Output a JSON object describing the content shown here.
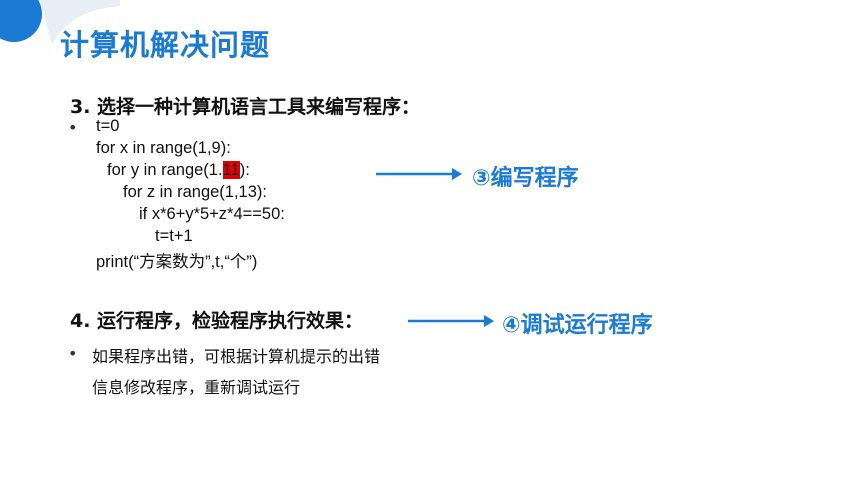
{
  "page": {
    "title": "计算机解决问题",
    "section3": {
      "heading": "3. 选择一种计算机语言工具来编写程序：",
      "bullet": "•",
      "code": {
        "l1": "t=0",
        "l2": "for x in range(1,9):",
        "l3_pre": "for y in range(1.",
        "l3_hl": "11",
        "l3_post": "):",
        "l4": "for z in range(1,13):",
        "l5": "if x*6+y*5+z*4==50:",
        "l6": "t=t+1",
        "l7": "print(“方案数为”,t,“个”)"
      },
      "note": "③编写程序"
    },
    "section4": {
      "heading": "4. 运行程序，检验程序执行效果：",
      "bullet": "•",
      "line1": "如果程序出错，可根据计算机提示的出错",
      "line2": "信息修改程序，重新调试运行",
      "note": "④调试运行程序"
    },
    "colors": {
      "accent": "#1a7ad4",
      "highlight": "#e50000"
    }
  }
}
